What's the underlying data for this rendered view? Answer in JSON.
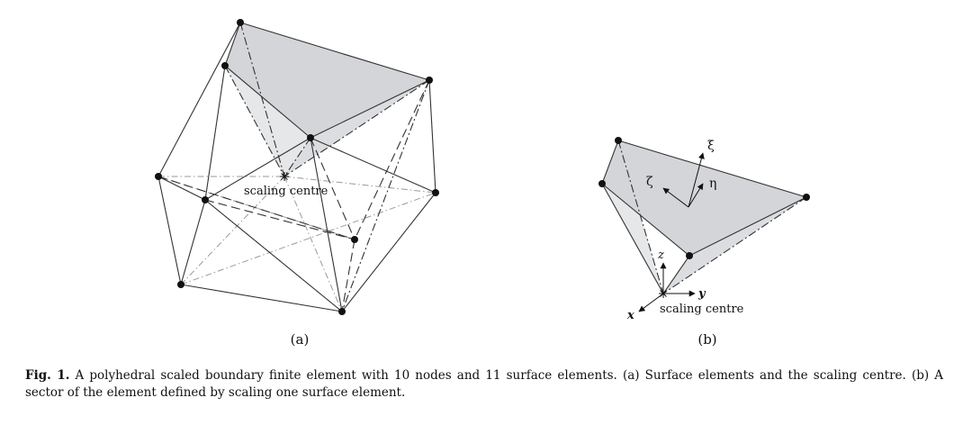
{
  "figure": {
    "panel_a": {
      "label": "(a)",
      "centre_label": "scaling centre"
    },
    "panel_b": {
      "label": "(b)",
      "centre_label": "scaling centre",
      "axes": {
        "xi": "ξ",
        "eta": "η",
        "zeta": "ζ",
        "x": "x",
        "y": "y",
        "z": "z"
      }
    }
  },
  "caption": {
    "lead": "Fig. 1.",
    "text": "A polyhedral scaled boundary finite element with 10 nodes and 11 surface elements. (a) Surface elements and the scaling centre. (b) A sector of the element defined by scaling one surface element."
  }
}
